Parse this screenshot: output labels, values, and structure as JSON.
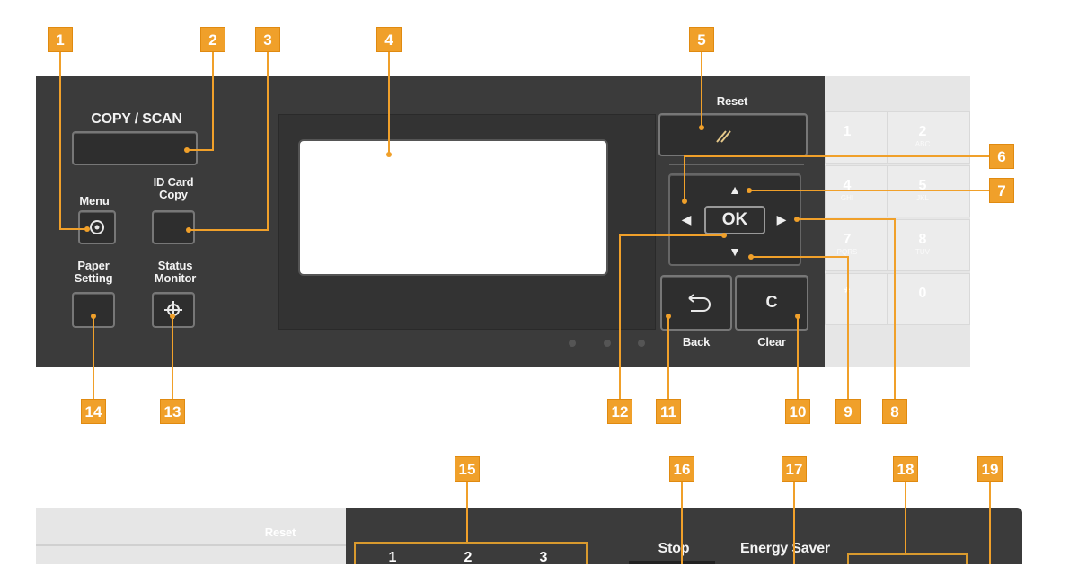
{
  "callouts": [
    "1",
    "2",
    "3",
    "4",
    "5",
    "6",
    "7",
    "8",
    "9",
    "10",
    "11",
    "12",
    "13",
    "14",
    "15",
    "16",
    "17",
    "18",
    "19"
  ],
  "panel_top": {
    "copy_scan": "COPY / SCAN",
    "menu": "Menu",
    "id_card_copy": "ID Card\nCopy",
    "paper_setting": "Paper\nSetting",
    "status_monitor": "Status\nMonitor",
    "reset": "Reset",
    "ok": "OK",
    "back": "Back",
    "clear": "Clear",
    "clear_glyph": "C",
    "keys": [
      {
        "num": "1",
        "sub": ""
      },
      {
        "num": "2",
        "sub": "ABC"
      },
      {
        "num": "4",
        "sub": "GHI"
      },
      {
        "num": "5",
        "sub": "JKL"
      },
      {
        "num": "7",
        "sub": "PQRS"
      },
      {
        "num": "8",
        "sub": "TUV"
      },
      {
        "num": "*",
        "sub": ""
      },
      {
        "num": "0",
        "sub": ""
      }
    ]
  },
  "panel_bottom": {
    "reset": "Reset",
    "stop": "Stop",
    "energy_saver": "Energy Saver",
    "keys": [
      "1",
      "2",
      "3"
    ]
  },
  "colors": {
    "callout": "#f0a02a",
    "panel": "#3b3b3b",
    "panel_light": "#e6e6e6"
  },
  "icons": {
    "menu": "menu-wheel-icon",
    "status_monitor": "status-monitor-icon",
    "reset": "reset-slash-icon",
    "back": "back-arrow-icon"
  }
}
